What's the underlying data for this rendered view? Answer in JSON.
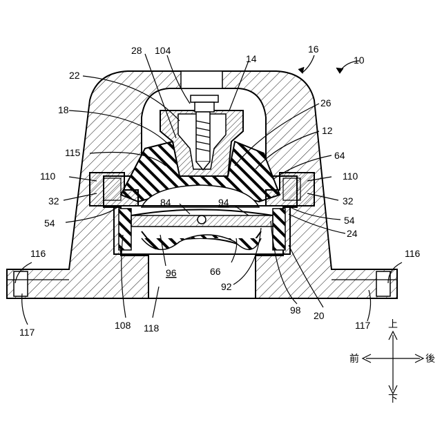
{
  "figure": {
    "labels": {
      "l10": "10",
      "l12": "12",
      "l14": "14",
      "l16": "16",
      "l18": "18",
      "l20": "20",
      "l22": "22",
      "l24": "24",
      "l26": "26",
      "l28": "28",
      "l32a": "32",
      "l32b": "32",
      "l54a": "54",
      "l54b": "54",
      "l64": "64",
      "l66": "66",
      "l84": "84",
      "l92": "92",
      "l94": "94",
      "l96": "96",
      "l98": "98",
      "l104": "104",
      "l108": "108",
      "l110a": "110",
      "l110b": "110",
      "l115": "115",
      "l116a": "116",
      "l116b": "116",
      "l117a": "117",
      "l117b": "117",
      "l118": "118"
    },
    "directions": {
      "up": "上",
      "down": "下",
      "front": "前",
      "rear": "後"
    }
  }
}
